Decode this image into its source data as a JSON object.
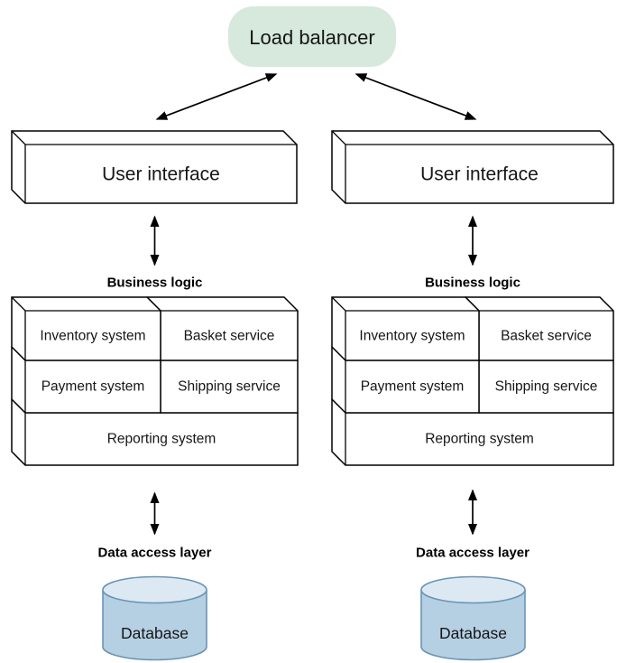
{
  "load_balancer": {
    "label": "Load balancer"
  },
  "columns": [
    {
      "user_interface": "User interface",
      "business_logic": {
        "title": "Business logic",
        "services": [
          "Inventory system",
          "Basket service",
          "Payment system",
          "Shipping service",
          "Reporting system"
        ]
      },
      "data_access": {
        "title": "Data access layer",
        "database": "Database"
      }
    },
    {
      "user_interface": "User interface",
      "business_logic": {
        "title": "Business logic",
        "services": [
          "Inventory system",
          "Basket service",
          "Payment system",
          "Shipping service",
          "Reporting system"
        ]
      },
      "data_access": {
        "title": "Data access layer",
        "database": "Database"
      }
    }
  ],
  "colors": {
    "load_balancer_fill": "#d6e9dc",
    "database_body": "#b5cfe3",
    "database_top": "#dde9f2",
    "database_stroke": "#6a94b5",
    "line": "#000000"
  }
}
